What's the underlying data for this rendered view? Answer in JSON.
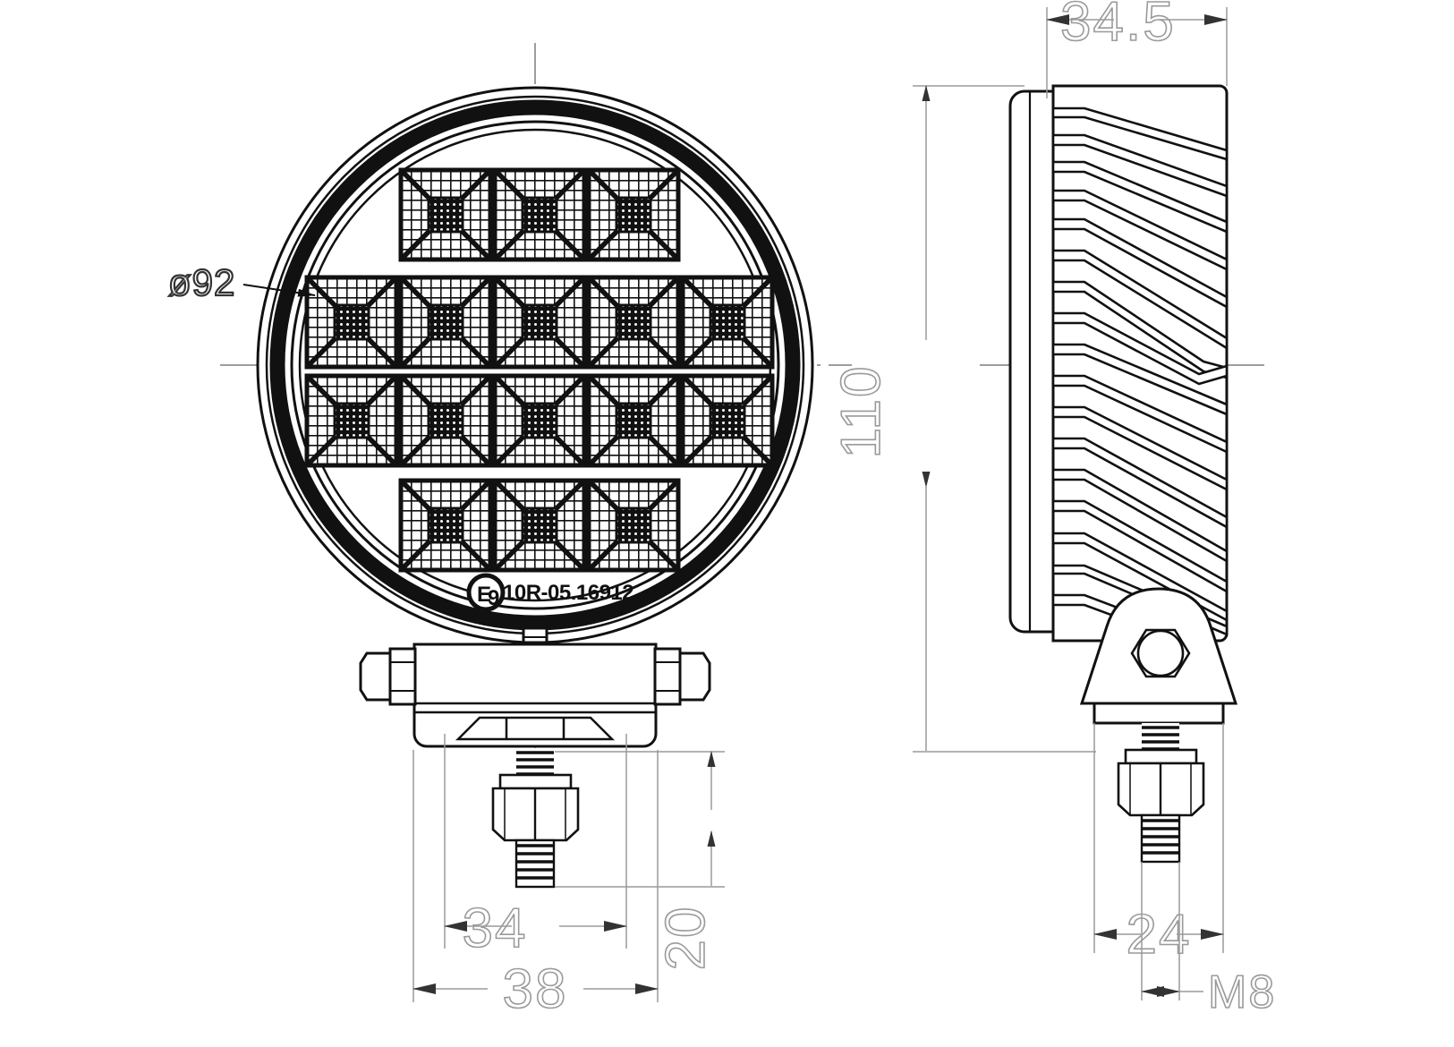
{
  "drawing": {
    "title": "LED work lamp round technical drawing",
    "units": "mm",
    "views": [
      {
        "name": "front-view",
        "label": ""
      },
      {
        "name": "side-view",
        "label": ""
      }
    ]
  },
  "front_view": {
    "diameter_label": "ø92",
    "approval_mark": {
      "e_mark": "E",
      "country_code": "9",
      "approval_number": "10R-05.16912"
    },
    "led_rows": [
      3,
      5,
      5,
      3
    ],
    "led_total": 16
  },
  "side_view": {
    "depth_label": "34.5",
    "height_label": "110"
  },
  "dimensions": {
    "diameter": "ø92",
    "depth": "34.5",
    "height": "110",
    "bracket_inner_width": "34",
    "bracket_outer_width": "38",
    "stud_length": "20",
    "side_bracket_width": "24",
    "thread": "M8"
  },
  "colors": {
    "line": "#111111",
    "dimension_line": "#9a9a9a",
    "background": "#ffffff"
  }
}
